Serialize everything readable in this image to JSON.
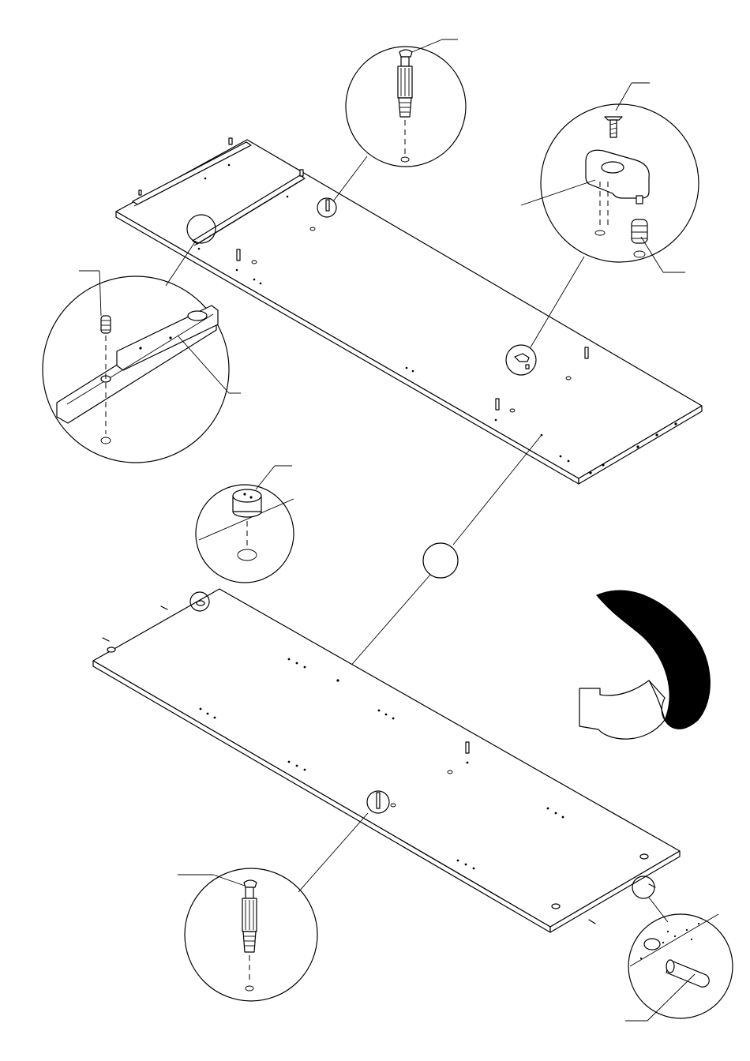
{
  "diagram": {
    "type": "assembly-instruction",
    "callouts": [
      {
        "id": "cam-bolt-top",
        "label": ""
      },
      {
        "id": "shelf-support-clip",
        "label": ""
      },
      {
        "id": "drawer-runner",
        "label": ""
      },
      {
        "id": "cam-lock",
        "label": ""
      },
      {
        "id": "step-circle",
        "label": ""
      },
      {
        "id": "cam-bolt-bottom",
        "label": ""
      },
      {
        "id": "wooden-dowel",
        "label": ""
      }
    ],
    "icons": [
      "rotate-flip-arrow-icon",
      "screw-icon",
      "dowel-icon",
      "cam-lock-icon",
      "cam-bolt-icon"
    ]
  }
}
